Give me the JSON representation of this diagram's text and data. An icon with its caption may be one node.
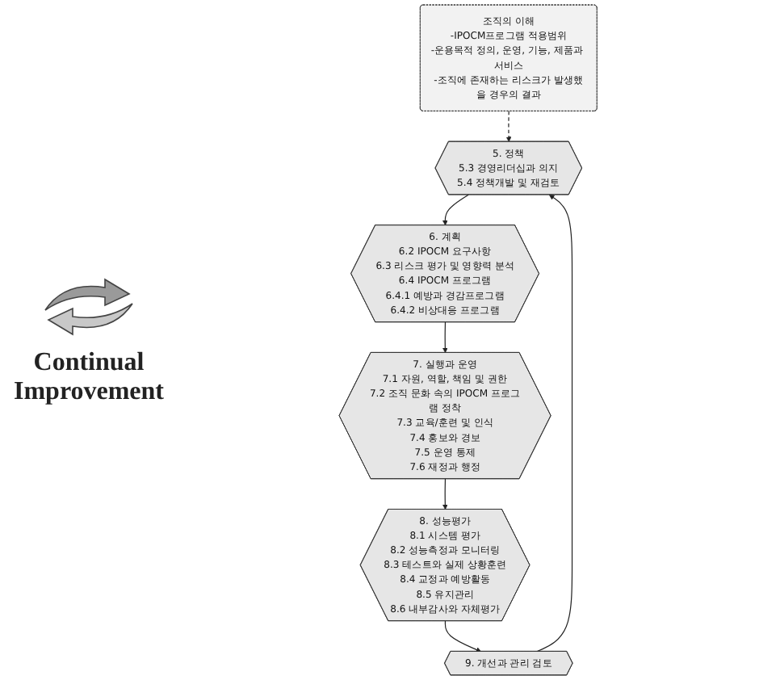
{
  "diagram": {
    "nodes": [
      {
        "text": [
          "조직의 이해",
          "-IPOCM프로그램 적용범위",
          "-운용목적 정의, 운영, 기능, 제품과 서비스",
          "-조직에 존재하는 리스크가 발생했을 경우의 결과"
        ]
      },
      {
        "text": [
          "5. 정책",
          "5.3 경영리더십과 의지",
          "5.4 정책개발 및 재검토"
        ]
      },
      {
        "text": [
          "6. 계획",
          "6.2 IPOCM 요구사항",
          "6.3 리스크 평가 및 영향력 분석",
          "6.4 IPOCM 프로그램",
          "6.4.1 예방과 경감프로그램",
          "6.4.2 비상대응 프로그램"
        ]
      },
      {
        "text": [
          "7. 실행과 운영",
          "7.1 자원, 역할, 책임 및 권한",
          "7.2 조직 문화 속의 IPOCM 프로그램 정착",
          "7.3 교육/훈련 및 인식",
          "7.4 홍보와 경보",
          "7.5 운영 통제",
          "7.6 재정과 행정"
        ]
      },
      {
        "text": [
          "8. 성능평가",
          "8.1 시스템 평가",
          "8.2 성능측정과 모니터링",
          "8.3 테스트와 실제 상황훈련",
          "8.4 교정과 예방활동",
          "8.5 유지관리",
          "8.6 내부감사와 자체평가"
        ]
      },
      {
        "text": [
          "9. 개선과 관리 검토"
        ]
      }
    ],
    "edges": [
      {
        "from": 0,
        "to": 1,
        "arrow": "to",
        "style": "dashed"
      },
      {
        "from": 1,
        "to": 2,
        "arrow": "to"
      },
      {
        "from": 2,
        "to": 3,
        "arrow": "to"
      },
      {
        "from": 3,
        "to": 4,
        "arrow": "to"
      },
      {
        "from": 4,
        "to": 5,
        "arrow": "to"
      },
      {
        "from": 5,
        "to": 1,
        "arrow": "to"
      }
    ],
    "labels": [
      "Continual Improvement"
    ]
  }
}
